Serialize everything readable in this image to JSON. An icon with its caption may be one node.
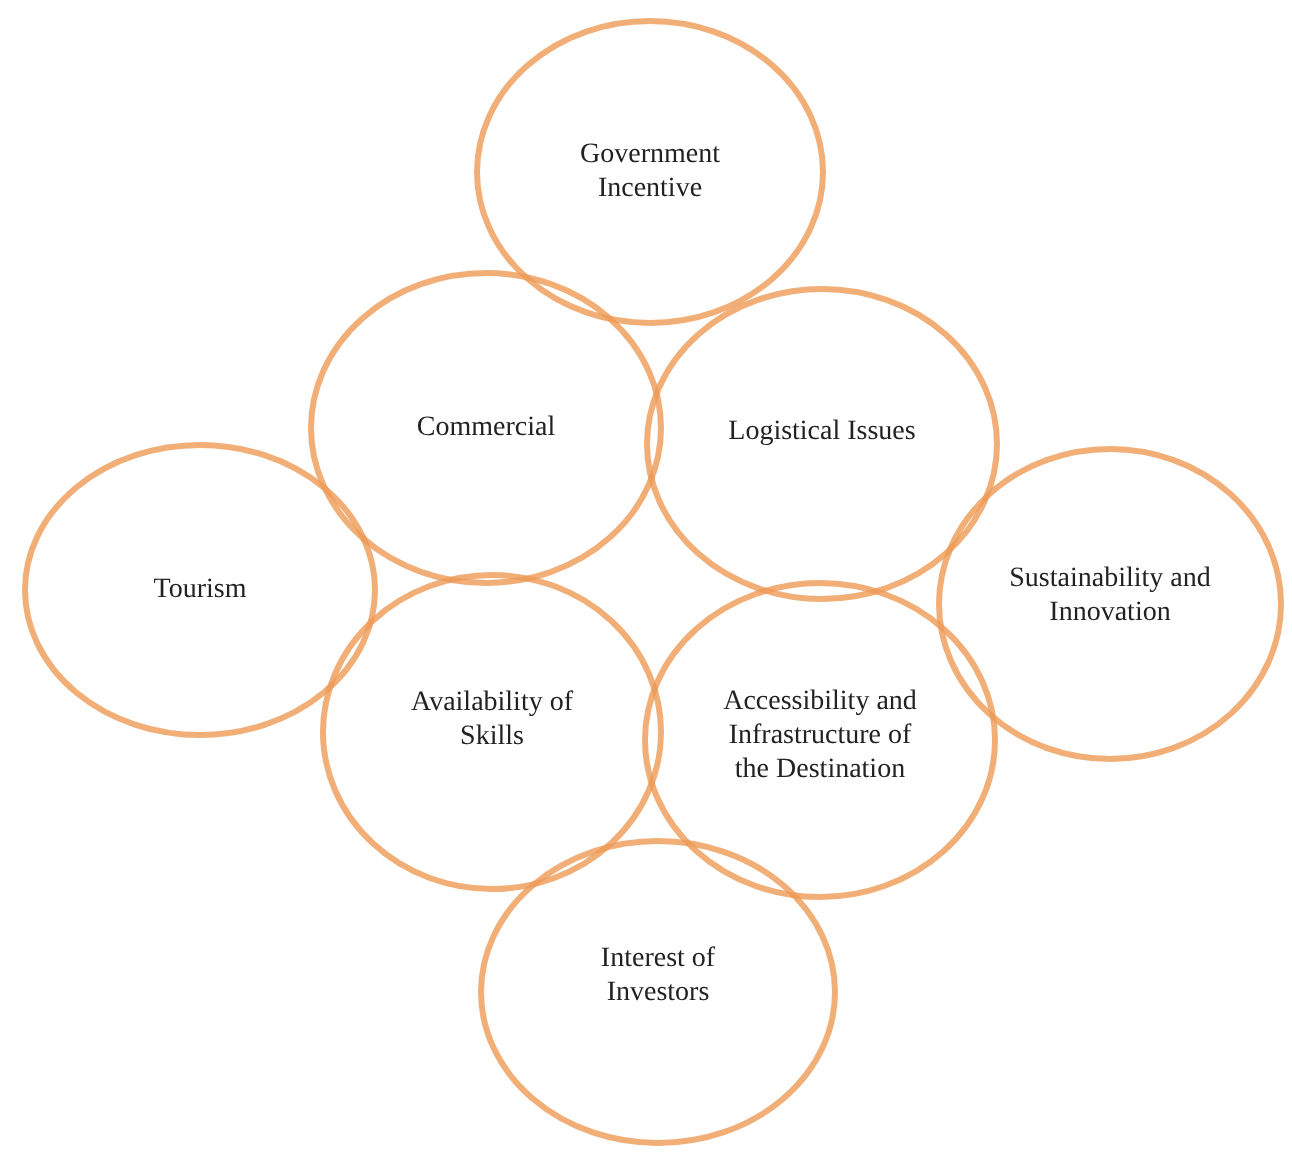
{
  "diagram": {
    "nodes": [
      {
        "text": [
          "Government Incentive"
        ]
      },
      {
        "text": [
          "Commercial"
        ]
      },
      {
        "text": [
          "Logistical Issues"
        ]
      },
      {
        "text": [
          "Tourism"
        ]
      },
      {
        "text": [
          "Sustainability and Innovation"
        ]
      },
      {
        "text": [
          "Availability of Skills"
        ]
      },
      {
        "text": [
          "Accessibility and Infrastructure of the Destination"
        ]
      },
      {
        "text": [
          "Interest of Investors"
        ]
      }
    ],
    "edges": []
  }
}
